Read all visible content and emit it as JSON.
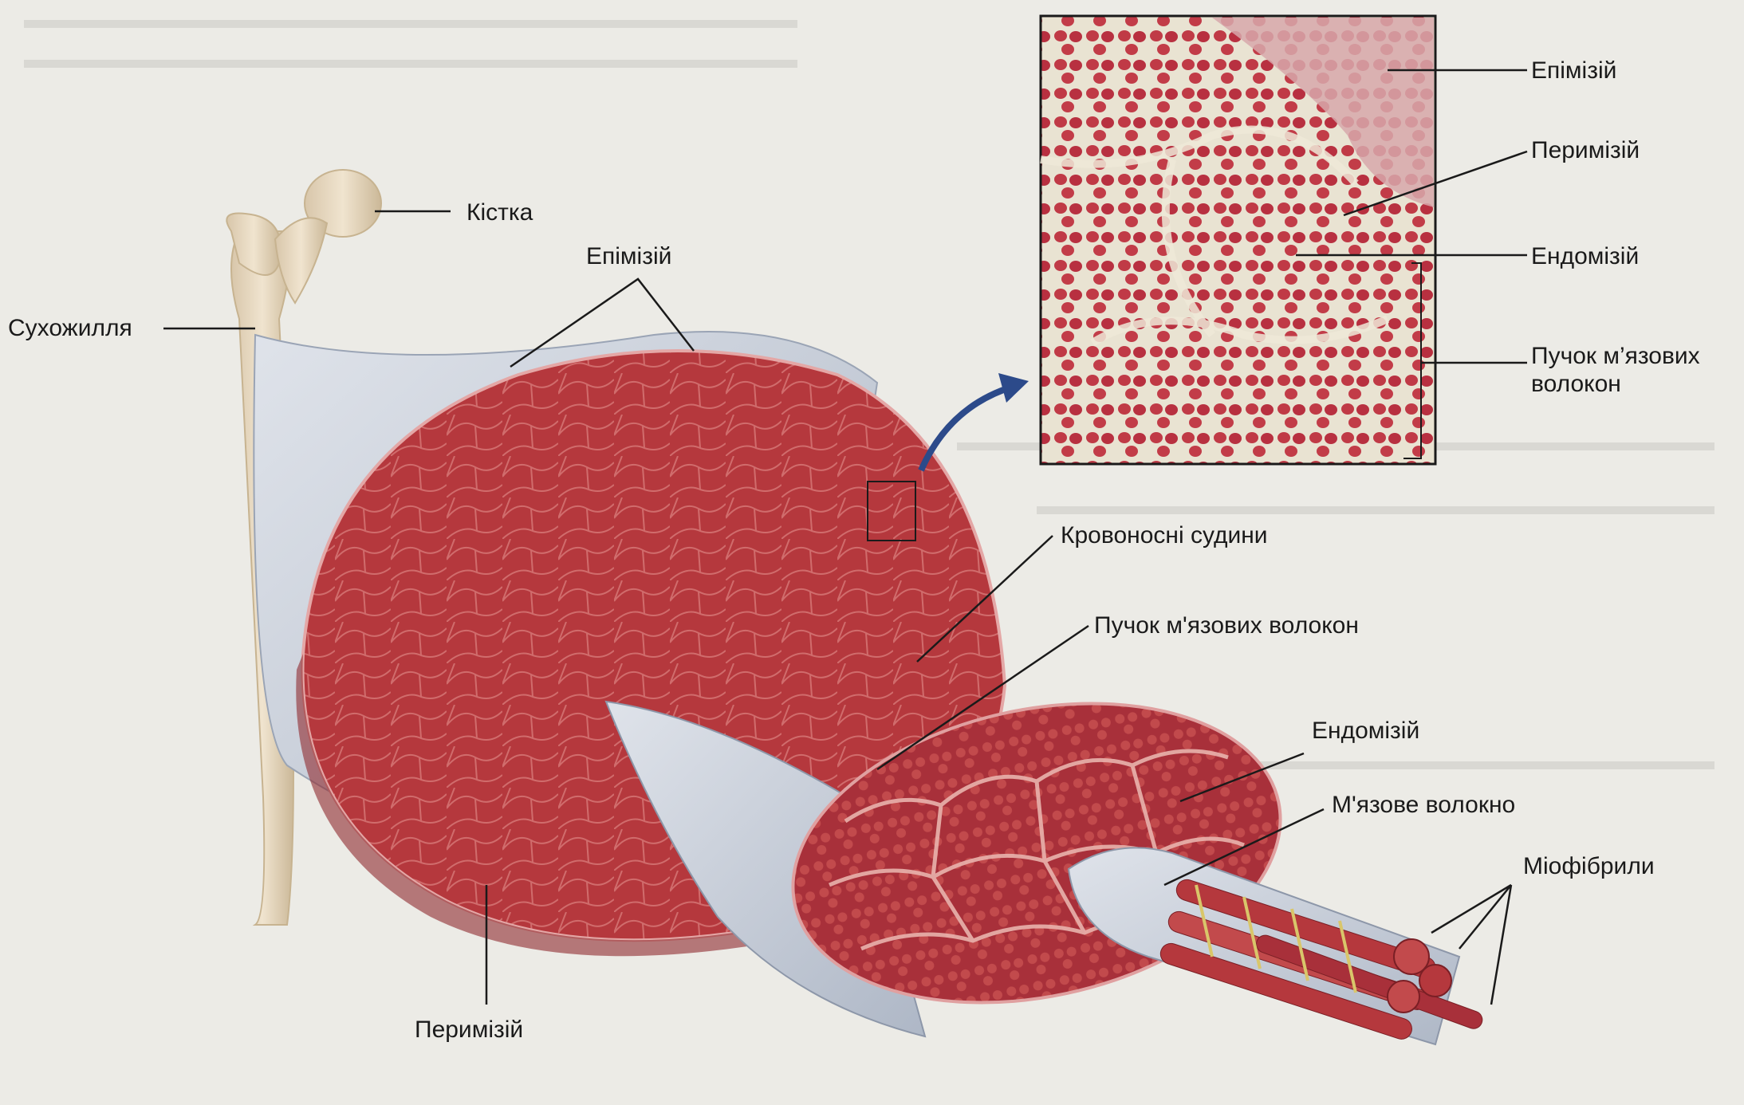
{
  "diagram": {
    "labels": {
      "bone": "Кістка",
      "tendon": "Сухожилля",
      "epimysium_main": "Епімізій",
      "perimysium_main": "Перимізій",
      "blood_vessels": "Кровоносні судини",
      "fascicle_main": "Пучок м'язових волокон",
      "endomysium_main": "Ендомізій",
      "muscle_fiber": "М'язове волокно",
      "myofibrils": "Міофібрили",
      "inset_epimysium": "Епімізій",
      "inset_perimysium": "Перимізій",
      "inset_endomysium": "Ендомізій",
      "inset_fascicle": "Пучок м’язових\nволокон"
    },
    "colors": {
      "muscle": "#b5383d",
      "muscle_dark": "#8f2a2f",
      "connective_tissue": "#c9d0dc",
      "bone": "#e6d6bd",
      "background": "#ecebe6",
      "line": "#1a1a1a",
      "arrow": "#2c4a8a"
    }
  }
}
